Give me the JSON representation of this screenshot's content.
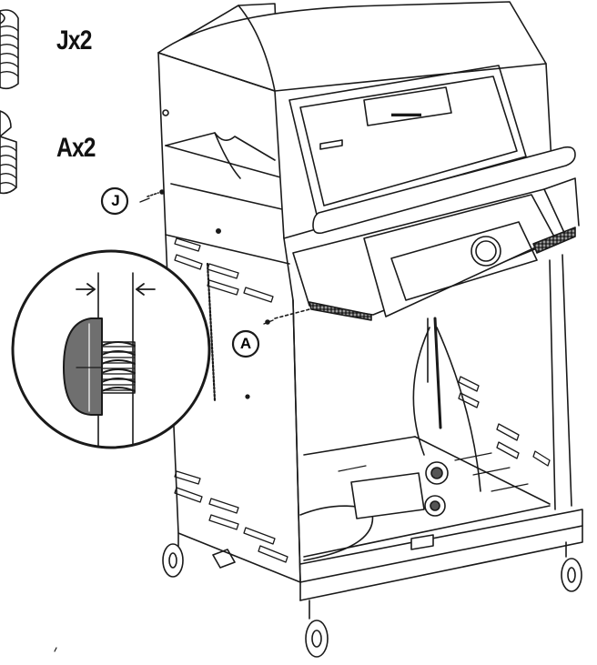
{
  "parts": [
    {
      "id": "J",
      "quantity_label": "Jx2",
      "callout_letter": "J"
    },
    {
      "id": "A",
      "quantity_label": "Ax2",
      "callout_letter": "A"
    }
  ],
  "colors": {
    "line": "#1a1a1a",
    "screw_head": "#6f6f6f",
    "mesh": "#555555",
    "panel_fill": "#ffffff"
  },
  "icons": {
    "screw": "bolt-screw-icon",
    "magnifier": "detail-zoom-icon"
  }
}
